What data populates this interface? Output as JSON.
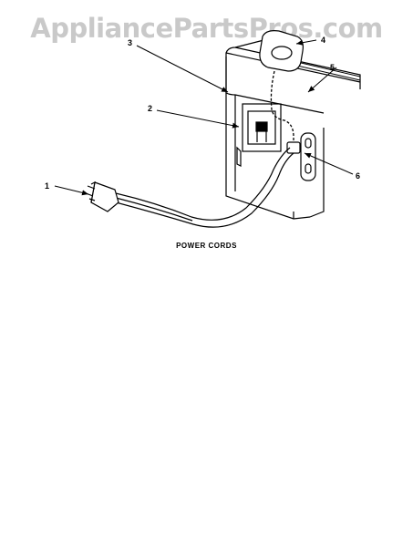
{
  "watermark": "AppliancePartsPros.com",
  "caption": "POWER CORDS",
  "callouts": [
    "1",
    "2",
    "3",
    "4",
    "5",
    "6"
  ]
}
